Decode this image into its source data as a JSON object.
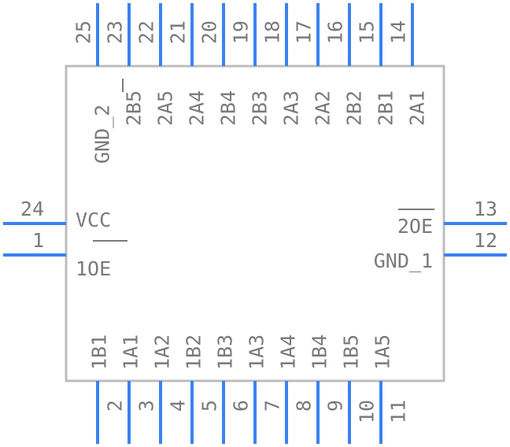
{
  "component": {
    "top_pins": [
      {
        "num": "25",
        "name": "GND_2",
        "bar": ""
      },
      {
        "num": "23",
        "name": "2B5",
        "bar": "B"
      },
      {
        "num": "22",
        "name": "2A5",
        "bar": ""
      },
      {
        "num": "21",
        "name": "2A4",
        "bar": ""
      },
      {
        "num": "20",
        "name": "2B4",
        "bar": ""
      },
      {
        "num": "19",
        "name": "2B3",
        "bar": ""
      },
      {
        "num": "18",
        "name": "2A3",
        "bar": ""
      },
      {
        "num": "17",
        "name": "2A2",
        "bar": ""
      },
      {
        "num": "16",
        "name": "2B2",
        "bar": ""
      },
      {
        "num": "15",
        "name": "2B1",
        "bar": ""
      },
      {
        "num": "14",
        "name": "2A1",
        "bar": ""
      }
    ],
    "bottom_pins": [
      {
        "num": "2",
        "name": "1B1"
      },
      {
        "num": "3",
        "name": "1A1"
      },
      {
        "num": "4",
        "name": "1A2"
      },
      {
        "num": "5",
        "name": "1B2"
      },
      {
        "num": "6",
        "name": "1B3"
      },
      {
        "num": "7",
        "name": "1A3"
      },
      {
        "num": "8",
        "name": "1A4"
      },
      {
        "num": "9",
        "name": "1B4"
      },
      {
        "num": "10",
        "name": "1B5"
      },
      {
        "num": "11",
        "name": "1A5"
      }
    ],
    "left_pins": [
      {
        "num": "24",
        "name": "VCC",
        "overbar": false
      },
      {
        "num": "1",
        "name": "1OE",
        "overbar": true
      }
    ],
    "right_pins": [
      {
        "num": "13",
        "name": "2OE",
        "overbar": true
      },
      {
        "num": "12",
        "name": "GND_1",
        "overbar": false
      }
    ]
  },
  "colors": {
    "pin": "#3b82f0",
    "outline": "#bcbcbc",
    "text": "#7a7a7a"
  }
}
